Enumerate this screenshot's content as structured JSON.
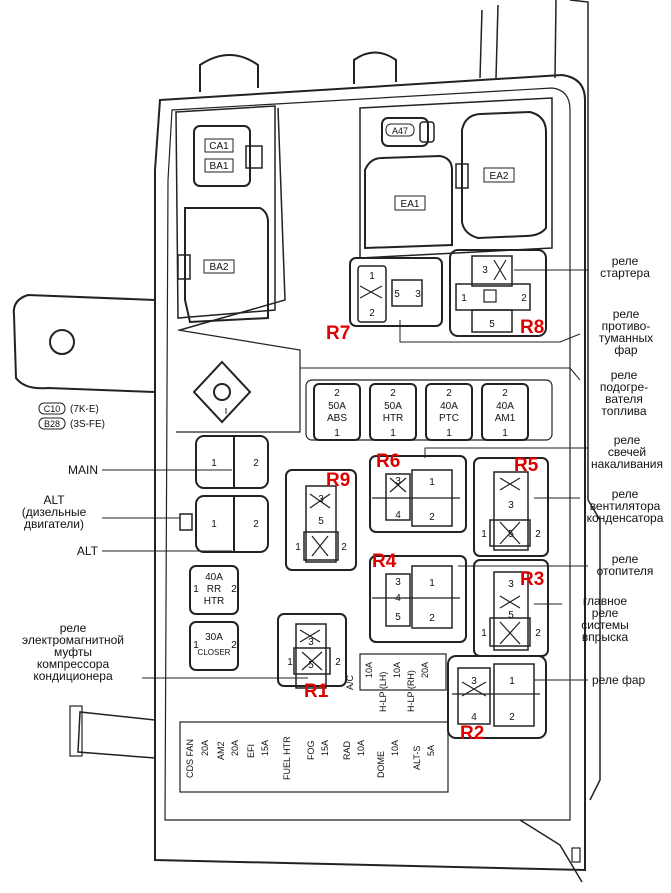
{
  "connectors": {
    "ca1": "CA1",
    "ba1": "BA1",
    "ba2": "BA2",
    "a47": "A47",
    "ea1": "EA1",
    "ea2": "EA2"
  },
  "ground_notes": {
    "c10_code": "C10",
    "c10_engine": "(7K-E)",
    "b28_code": "B28",
    "b28_engine": "(3S-FE)"
  },
  "fusible_links": [
    {
      "amp": "50A",
      "name": "ABS"
    },
    {
      "amp": "50A",
      "name": "HTR"
    },
    {
      "amp": "40A",
      "name": "PTC"
    },
    {
      "amp": "40A",
      "name": "AM1"
    }
  ],
  "pins": {
    "p1": "1",
    "p2": "2",
    "p3": "3",
    "p4": "4",
    "p5": "5"
  },
  "small_fuses": {
    "cds_fan": "CDS FAN",
    "am2": "AM2",
    "efi": "EFI",
    "fuel_htr": "FUEL HTR",
    "fog": "FOG",
    "rad": "RAD",
    "dome": "DOME",
    "alt_s": "ALT-S",
    "ac": "A/C",
    "hlp_lh": "H-LP (LH)",
    "hlp_rh": "H-LP (RH)",
    "a20": "20A",
    "a15": "15A",
    "a10": "10A",
    "a5": "5A"
  },
  "big_fuses": {
    "rr_htr_amp": "40A",
    "rr_htr_l1": "RR",
    "rr_htr_l2": "HTR",
    "closer_amp": "30A",
    "closer_name": "CLOSER"
  },
  "relay_ids": {
    "r1": "R1",
    "r2": "R2",
    "r3": "R3",
    "r4": "R4",
    "r5": "R5",
    "r6": "R6",
    "r7": "R7",
    "r8": "R8",
    "r9": "R9"
  },
  "labels": {
    "starter": [
      "реле",
      "стартера"
    ],
    "fog": [
      "реле",
      "противо-",
      "туманных",
      "фар"
    ],
    "fuel_heater": [
      "реле",
      "подогре-",
      "вателя",
      "топлива"
    ],
    "glow": [
      "реле",
      "свечей",
      "накаливания"
    ],
    "condenser": [
      "реле",
      "вентилятора",
      "конденсатора"
    ],
    "heater": [
      "реле",
      "отопителя"
    ],
    "efi_main": [
      "главное",
      "реле",
      "системы",
      "впрыска"
    ],
    "headlamp": "реле фар",
    "ac_clutch": [
      "реле",
      "электромагнитной",
      "муфты",
      "компрессора",
      "кондиционера"
    ],
    "main": "MAIN",
    "alt_diesel": [
      "ALT",
      "(дизельные",
      "двигатели)"
    ],
    "alt": "ALT"
  }
}
